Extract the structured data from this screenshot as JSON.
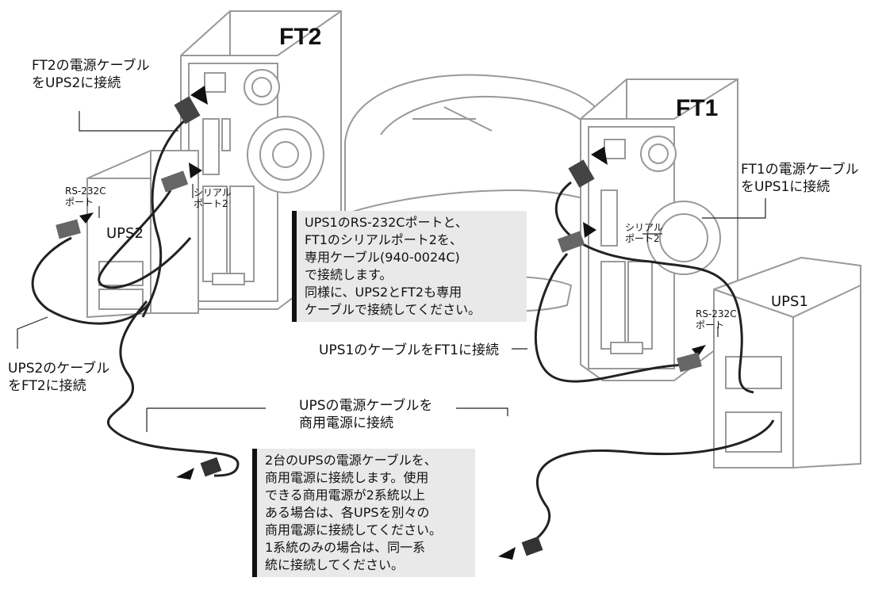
{
  "servers": {
    "ft2": "FT2",
    "ft1": "FT1"
  },
  "ups": {
    "ups2": "UPS2",
    "ups1": "UPS1"
  },
  "labels": {
    "ft2_power": "FT2の電源ケーブル\nをUPS2に接続",
    "ft1_power": "FT1の電源ケーブル\nをUPS1に接続",
    "ups2_cable": "UPS2のケーブル\nをFT2に接続",
    "ups1_cable": "UPS1のケーブルをFT1に接続",
    "ups_power": "UPSの電源ケーブルを\n商用電源に接続",
    "rs232c_left": "RS-232C\nポート",
    "rs232c_right": "RS-232C\nポート",
    "serial_left": "シリアル\nポート2",
    "serial_right": "シリアル\nポート2"
  },
  "notes": {
    "serial_note": "UPS1のRS-232Cポートと、\nFT1のシリアルポート2を、\n専用ケーブル(940-0024C)\nで接続します。\n同様に、UPS2とFT2も専用\nケーブルで接続してください。",
    "power_note": "2台のUPSの電源ケーブルを、\n商用電源に接続します。使用\nできる商用電源が2系統以上\nある場合は、各UPSを別々の\n商用電源に接続してください。\n1系統のみの場合は、同一系\n統に接続してください。"
  }
}
